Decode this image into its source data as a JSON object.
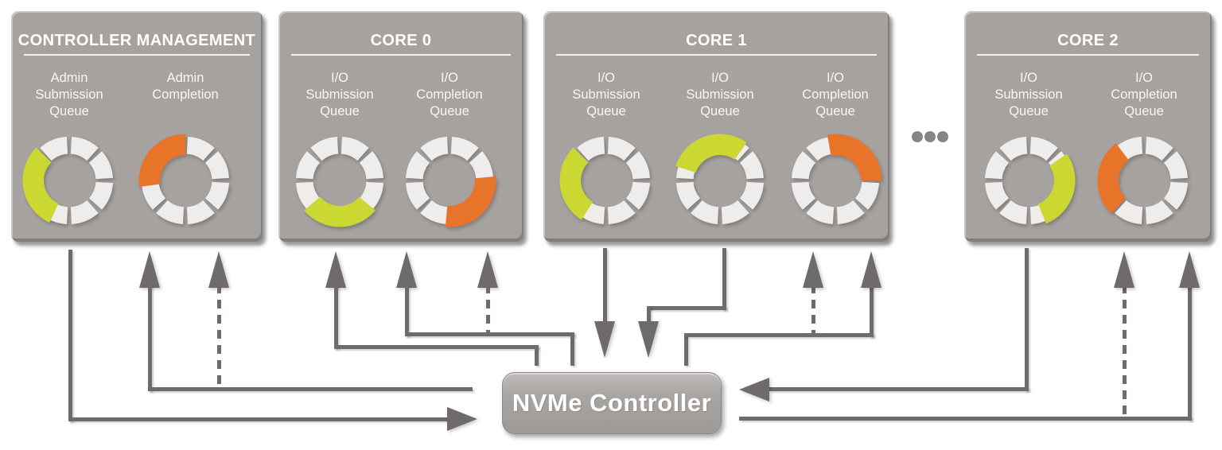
{
  "colors": {
    "background": "#ffffff",
    "panel_fill": "#a6a2a0",
    "panel_text": "#ffffff",
    "ring_segment": "#eeedeb",
    "green": "#cbd832",
    "orange": "#e8742a",
    "arrow": "#6e6b6a",
    "controller_text": "#ffffff"
  },
  "panels": [
    {
      "title": "CONTROLLER MANAGEMENT",
      "queues": [
        {
          "label": "Admin\nSubmission\nQueue",
          "arc_color": "green",
          "arc_start": 205,
          "arc_end": 315
        },
        {
          "label": "Admin\nCompletion",
          "arc_color": "orange",
          "arc_start": 262,
          "arc_end": 360
        }
      ]
    },
    {
      "title": "CORE 0",
      "queues": [
        {
          "label": "I/O\nSubmission\nQueue",
          "arc_color": "green",
          "arc_start": 130,
          "arc_end": 230
        },
        {
          "label": "I/O\nCompletion\nQueue",
          "arc_color": "orange",
          "arc_start": 85,
          "arc_end": 185
        }
      ]
    },
    {
      "title": "CORE 1",
      "queues": [
        {
          "label": "I/O\nSubmission\nQueue",
          "arc_color": "green",
          "arc_start": 212,
          "arc_end": 315
        },
        {
          "label": "I/O\nSubmission\nQueue",
          "arc_color": "green",
          "arc_start": 288,
          "arc_end": 395
        },
        {
          "label": "I/O\nCompletion\nQueue",
          "arc_color": "orange",
          "arc_start": 350,
          "arc_end": 450
        }
      ]
    },
    {
      "title": "CORE 2",
      "queues": [
        {
          "label": "I/O\nSubmission\nQueue",
          "arc_color": "green",
          "arc_start": 55,
          "arc_end": 158
        },
        {
          "label": "I/O\nCompletion\nQueue",
          "arc_color": "orange",
          "arc_start": 225,
          "arc_end": 323
        }
      ]
    }
  ],
  "controller": {
    "label": "NVMe Controller"
  }
}
